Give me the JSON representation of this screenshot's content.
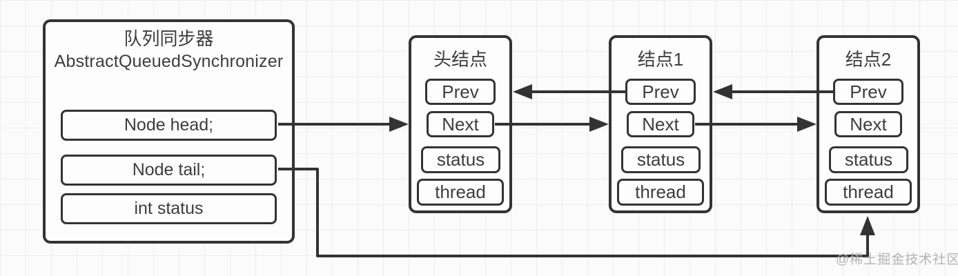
{
  "diagram": {
    "aqs": {
      "title_cn": "队列同步器",
      "title_en": "AbstractQueuedSynchronizer",
      "fields": [
        "Node head;",
        "Node tail;",
        "int status"
      ]
    },
    "nodes": [
      {
        "title": "头结点",
        "fields": [
          "Prev",
          "Next",
          "status",
          "thread"
        ]
      },
      {
        "title": "结点1",
        "fields": [
          "Prev",
          "Next",
          "status",
          "thread"
        ]
      },
      {
        "title": "结点2",
        "fields": [
          "Prev",
          "Next",
          "status",
          "thread"
        ]
      }
    ],
    "watermark": "@稀土掘金技术社区",
    "colors": {
      "stroke": "#333333",
      "text": "#3d3d3d",
      "box_fill": "#fdfdfd",
      "grid_line": "#ececec",
      "background": "#fbfbfb",
      "watermark": "#b3b3b3"
    }
  }
}
